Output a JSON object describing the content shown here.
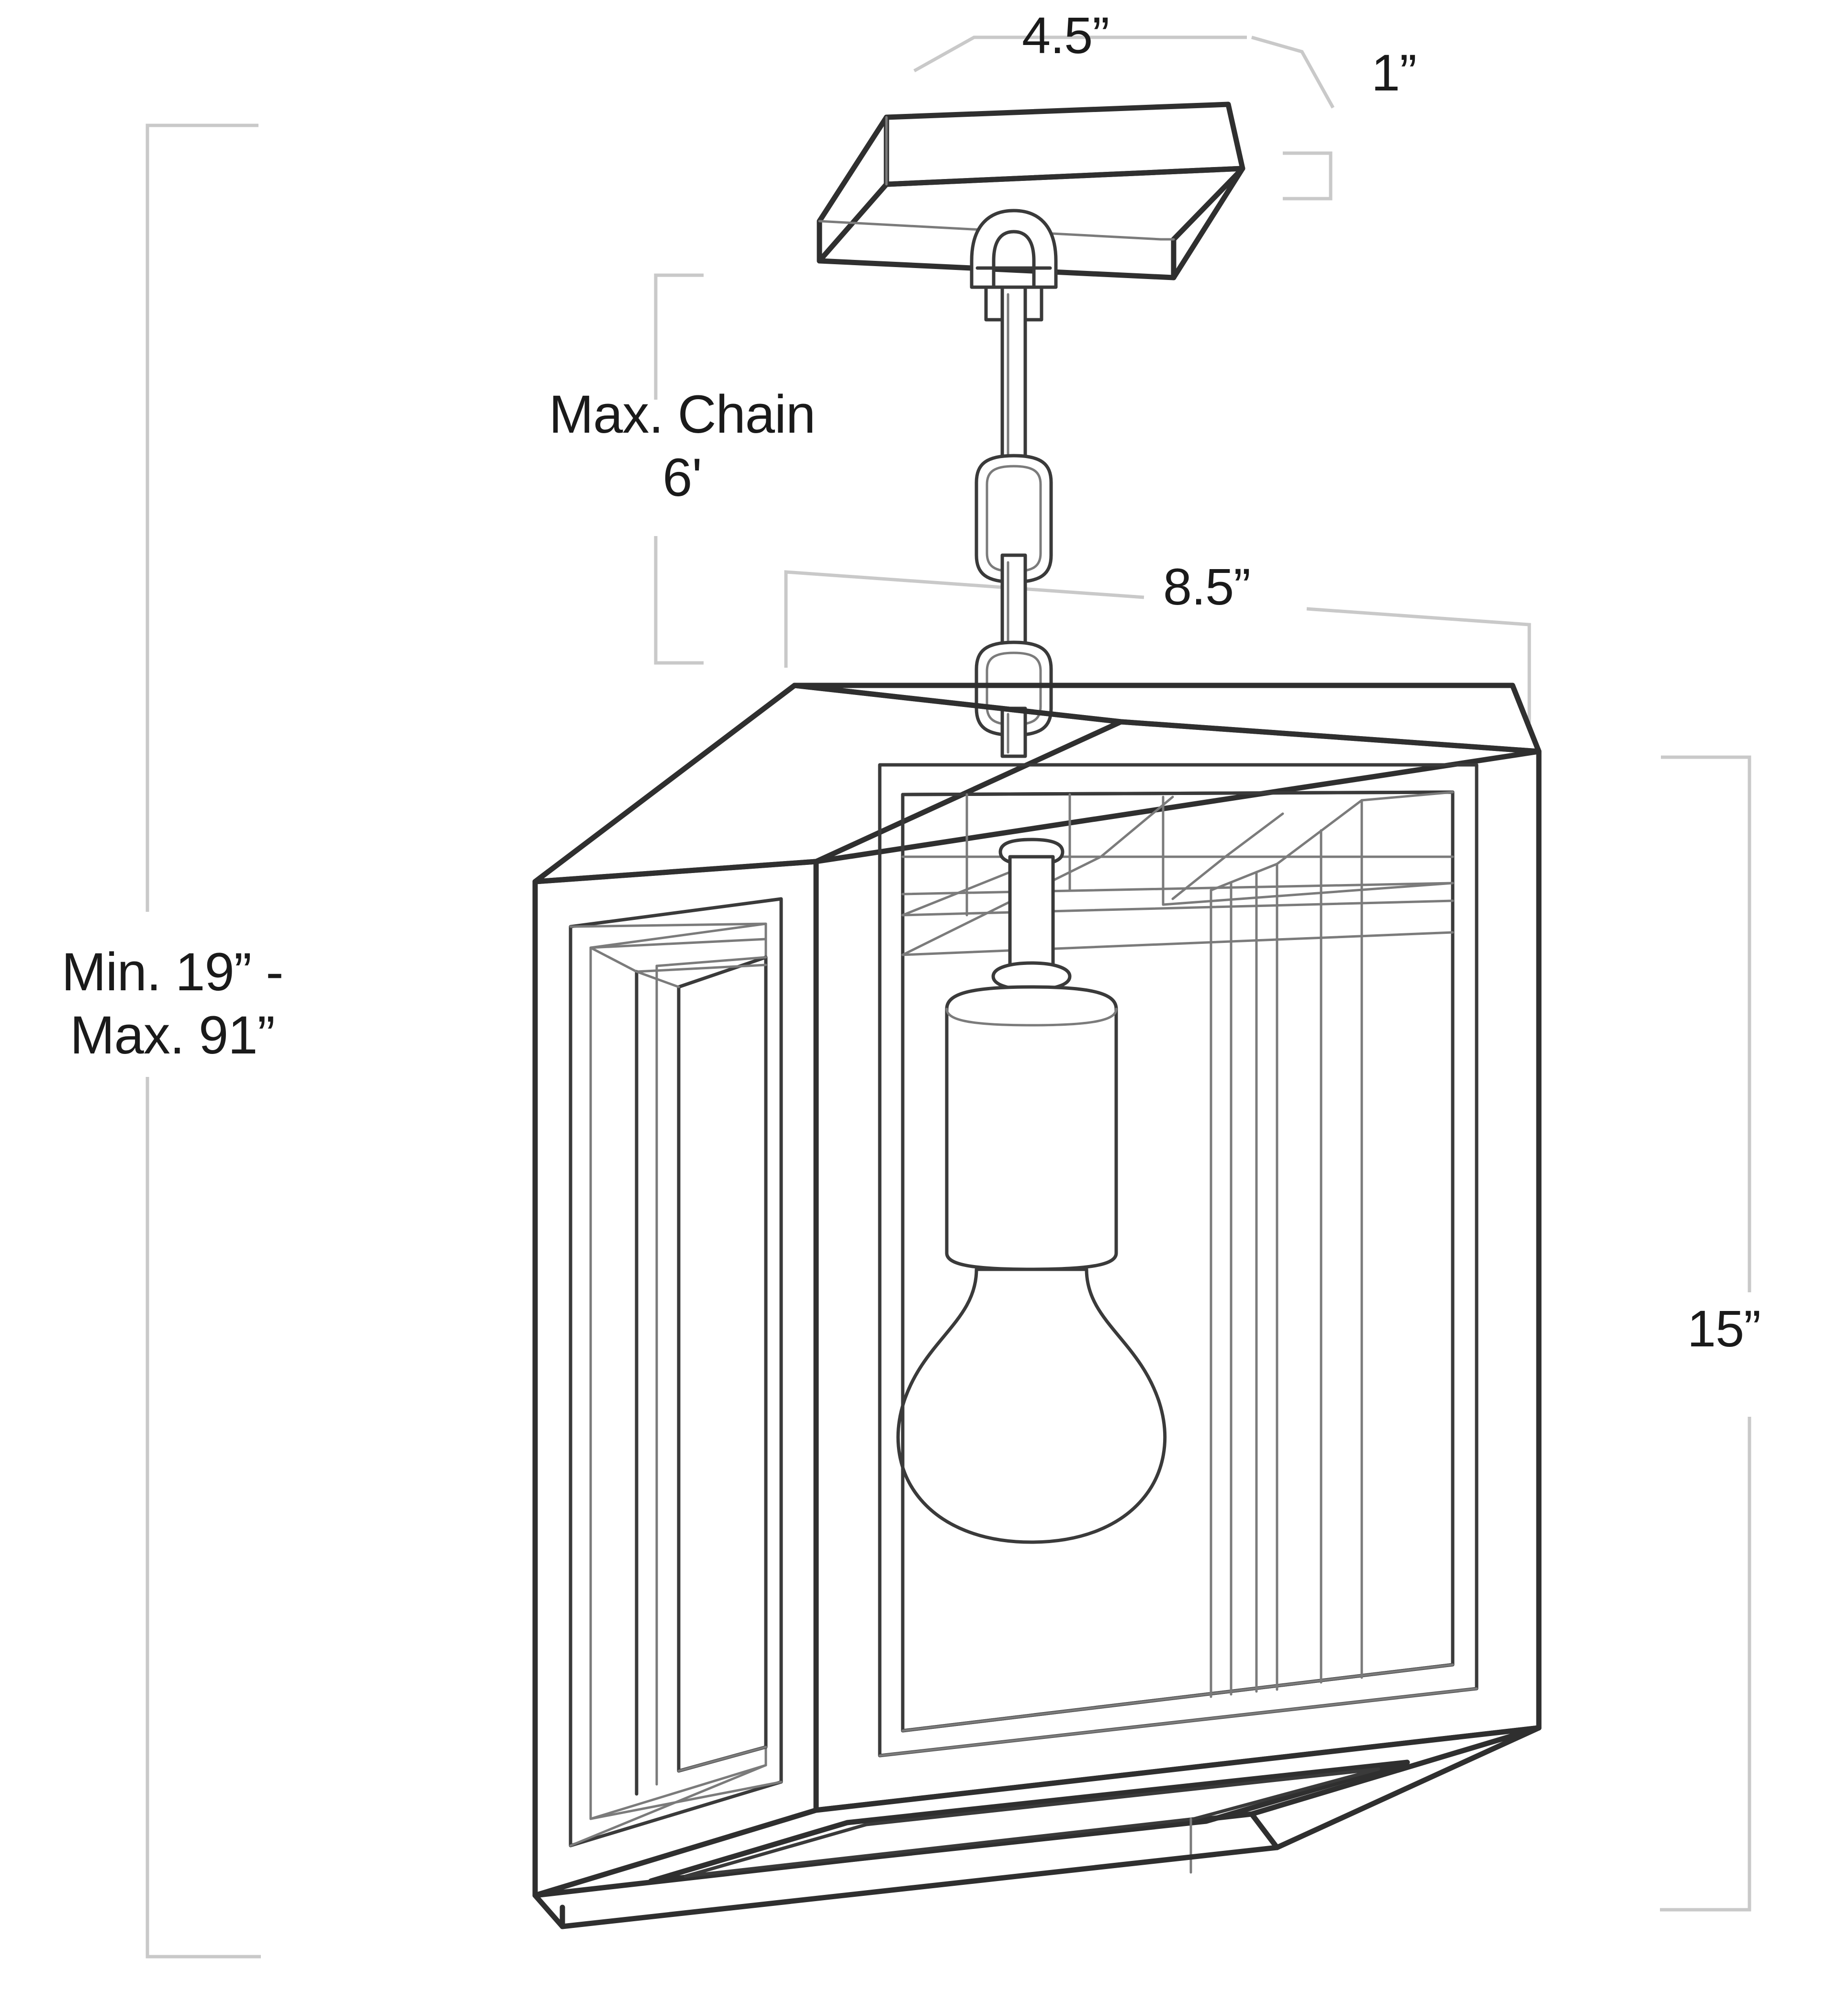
{
  "drawing": {
    "title": "Pendant lantern dimensional line drawing",
    "subject": "square-box-pendant-light",
    "line_color": "#3a3a3a",
    "dim_line_color": "#c9c9c9",
    "text_color": "#1a1a1a",
    "background": "#ffffff"
  },
  "dimensions": {
    "canopy_width": "4.5”",
    "canopy_height": "1”",
    "max_chain": "Max. Chain\n6'",
    "max_chain_line1": "Max. Chain",
    "max_chain_line2": "6'",
    "fixture_width": "8.5”",
    "fixture_height": "15”",
    "overall_drop_line1": "Min. 19” -",
    "overall_drop_line2": "Max. 91”",
    "overall_drop": "Min. 19” - Max. 91”"
  },
  "parts": [
    {
      "name": "canopy",
      "label": "ceiling canopy plate"
    },
    {
      "name": "loop",
      "label": "hanging loop"
    },
    {
      "name": "chain",
      "label": "suspension chain"
    },
    {
      "name": "lantern-box",
      "label": "square lantern frame"
    },
    {
      "name": "socket",
      "label": "lamp socket"
    },
    {
      "name": "bulb",
      "label": "light bulb"
    },
    {
      "name": "base",
      "label": "bottom plate"
    }
  ]
}
